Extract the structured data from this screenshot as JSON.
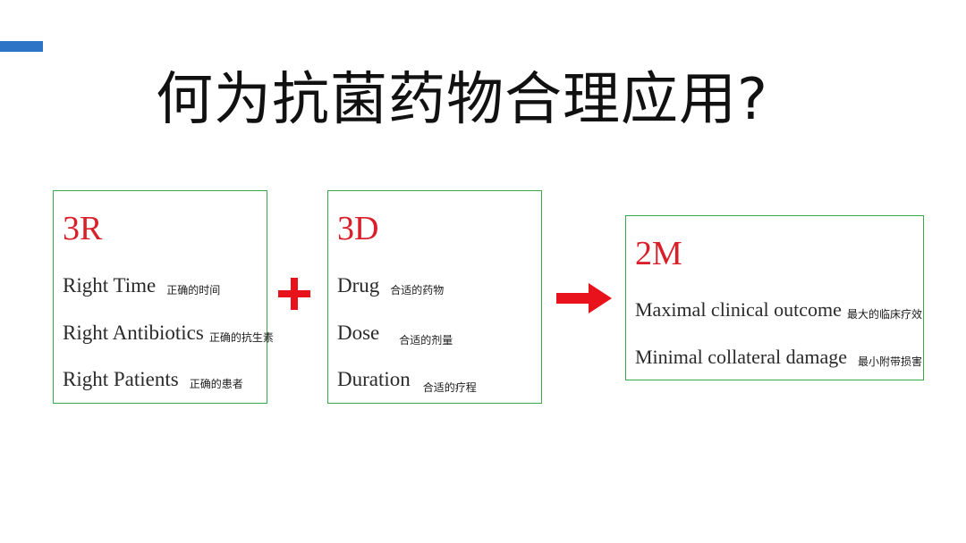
{
  "title": "何为抗菌药物合理应用?",
  "colors": {
    "accent": "#2e74c6",
    "box_border": "#3aa84a",
    "heading_red": "#d9202a",
    "symbol_red": "#e8121c"
  },
  "boxes": {
    "r3": {
      "heading": "3R",
      "items": [
        {
          "en": "Right Time",
          "zh": "正确的时间"
        },
        {
          "en": "Right Antibiotics",
          "zh": "正确的抗生素"
        },
        {
          "en": "Right Patients",
          "zh": "正确的患者"
        }
      ]
    },
    "d3": {
      "heading": "3D",
      "items": [
        {
          "en": "Drug",
          "zh": "合适的药物"
        },
        {
          "en": "Dose",
          "zh": "合适的剂量"
        },
        {
          "en": "Duration",
          "zh": "合适的疗程"
        }
      ]
    },
    "m2": {
      "heading": "2M",
      "items": [
        {
          "en": "Maximal clinical outcome",
          "zh": "最大的临床疗效"
        },
        {
          "en": "Minimal collateral damage",
          "zh": "最小附带损害"
        }
      ]
    }
  },
  "icons": {
    "plus": "plus-icon",
    "arrow": "arrow-right-icon"
  }
}
